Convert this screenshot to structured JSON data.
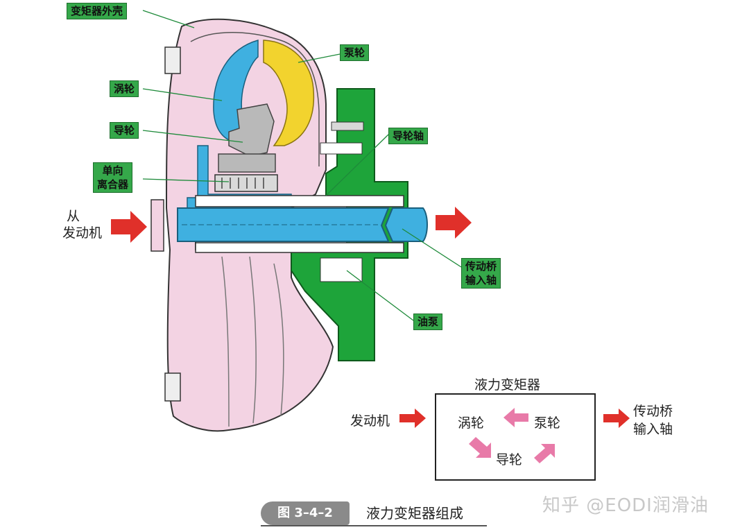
{
  "labels": {
    "housing": "变矩器外壳",
    "pump": "泵轮",
    "turbine": "涡轮",
    "stator": "导轮",
    "stator_shaft": "导轮轴",
    "one_way_clutch": [
      "单向",
      "离合器"
    ],
    "from_engine": [
      "从",
      "发动机"
    ],
    "transaxle_input": [
      "传动桥",
      "输入轴"
    ],
    "oil_pump": "油泵"
  },
  "flow": {
    "title": "液力变矩器",
    "input": "发动机",
    "turbine": "涡轮",
    "pump": "泵轮",
    "stator": "导轮",
    "output": [
      "传动桥",
      "输入轴"
    ]
  },
  "caption": {
    "figure": "图 3–4–2",
    "text": "液力变矩器组成"
  },
  "watermark": "知乎 @EODI润滑油",
  "colors": {
    "housing": "#f3d3e3",
    "turbine": "#3fb0e0",
    "pump": "#f2d32e",
    "stator": "#b9b9b9",
    "pump_body": "#1ea43a",
    "arrow_red": "#e0302a",
    "arrow_pink": "#e87aa8",
    "tag_green": "#35a84a"
  }
}
